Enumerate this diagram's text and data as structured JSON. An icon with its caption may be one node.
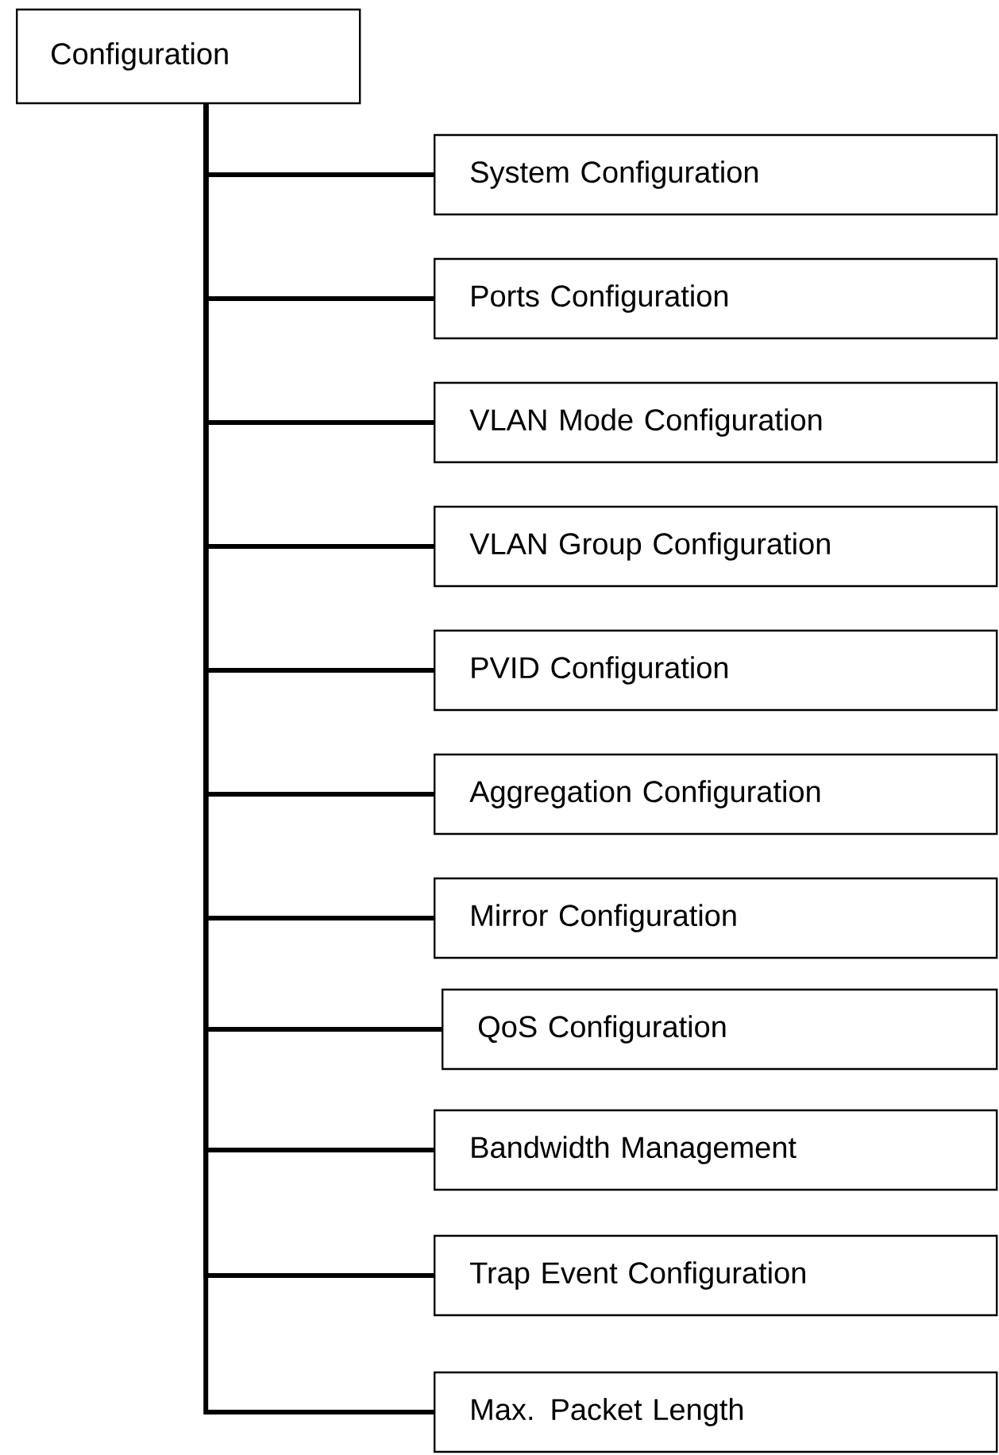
{
  "diagram": {
    "nodes": [
      {
        "text": [
          "Configuration"
        ]
      },
      {
        "text": [
          "System Configuration"
        ]
      },
      {
        "text": [
          "Ports Configuration"
        ]
      },
      {
        "text": [
          "VLAN Mode Configuration"
        ]
      },
      {
        "text": [
          "VLAN Group Configuration"
        ]
      },
      {
        "text": [
          "PVID Configuration"
        ]
      },
      {
        "text": [
          "Aggregation Configuration"
        ]
      },
      {
        "text": [
          "Mirror Configuration"
        ]
      },
      {
        "text": [
          "QoS Configuration"
        ]
      },
      {
        "text": [
          "Bandwidth Management"
        ]
      },
      {
        "text": [
          "Trap Event Configuration"
        ]
      },
      {
        "text": [
          "Max. Packet Length"
        ]
      }
    ],
    "edges": [
      {
        "from": 0,
        "to": 1,
        "arrow": "none"
      },
      {
        "from": 0,
        "to": 2,
        "arrow": "none"
      },
      {
        "from": 0,
        "to": 3,
        "arrow": "none"
      },
      {
        "from": 0,
        "to": 4,
        "arrow": "none"
      },
      {
        "from": 0,
        "to": 5,
        "arrow": "none"
      },
      {
        "from": 0,
        "to": 6,
        "arrow": "none"
      },
      {
        "from": 0,
        "to": 7,
        "arrow": "none"
      },
      {
        "from": 0,
        "to": 8,
        "arrow": "none"
      },
      {
        "from": 0,
        "to": 9,
        "arrow": "none"
      },
      {
        "from": 0,
        "to": 10,
        "arrow": "none"
      },
      {
        "from": 0,
        "to": 11,
        "arrow": "none"
      }
    ]
  }
}
